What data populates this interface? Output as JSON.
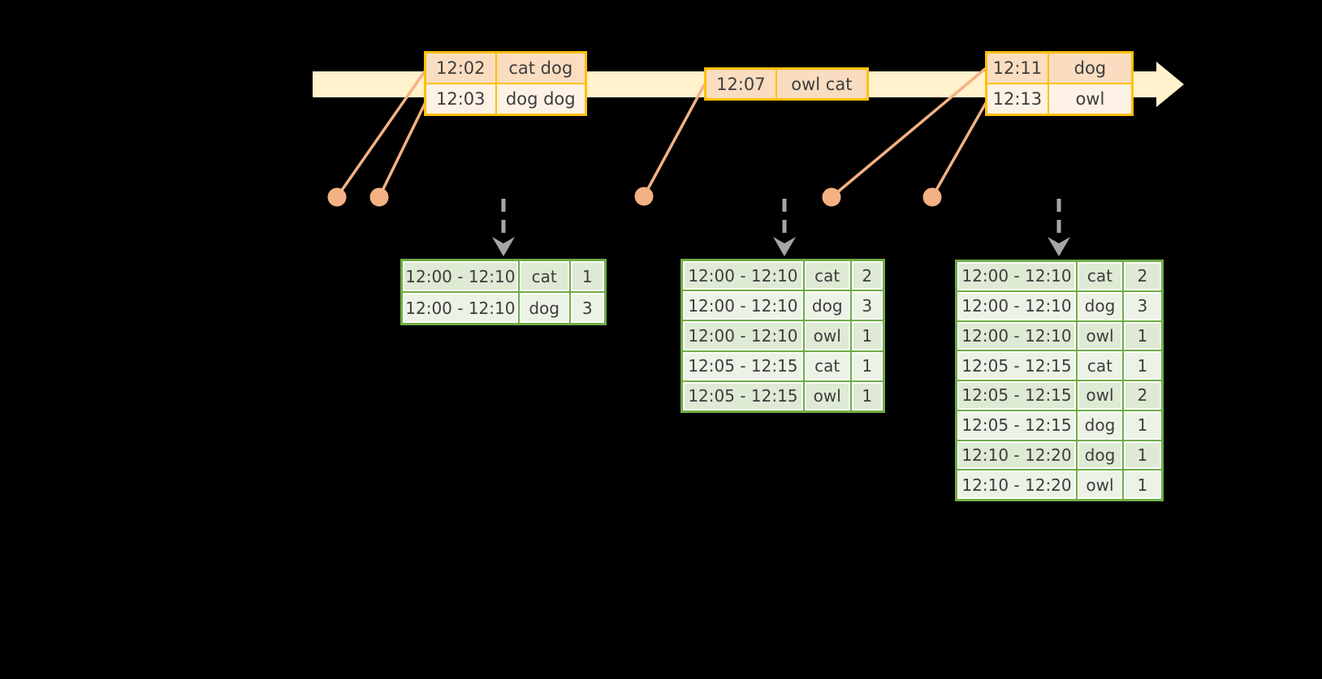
{
  "diagram": {
    "event_tables": [
      {
        "rows": [
          {
            "time": "12:02",
            "words": "cat dog"
          },
          {
            "time": "12:03",
            "words": "dog dog"
          }
        ]
      },
      {
        "rows": [
          {
            "time": "12:07",
            "words": "owl cat"
          }
        ]
      },
      {
        "rows": [
          {
            "time": "12:11",
            "words": "dog"
          },
          {
            "time": "12:13",
            "words": "owl"
          }
        ]
      }
    ],
    "result_tables": [
      {
        "rows": [
          {
            "window": "12:00 - 12:10",
            "word": "cat",
            "count": "1"
          },
          {
            "window": "12:00 - 12:10",
            "word": "dog",
            "count": "3"
          }
        ]
      },
      {
        "rows": [
          {
            "window": "12:00 - 12:10",
            "word": "cat",
            "count": "2"
          },
          {
            "window": "12:00 - 12:10",
            "word": "dog",
            "count": "3"
          },
          {
            "window": "12:00 - 12:10",
            "word": "owl",
            "count": "1"
          },
          {
            "window": "12:05 - 12:15",
            "word": "cat",
            "count": "1"
          },
          {
            "window": "12:05 - 12:15",
            "word": "owl",
            "count": "1"
          }
        ]
      },
      {
        "rows": [
          {
            "window": "12:00 - 12:10",
            "word": "cat",
            "count": "2"
          },
          {
            "window": "12:00 - 12:10",
            "word": "dog",
            "count": "3"
          },
          {
            "window": "12:00 - 12:10",
            "word": "owl",
            "count": "1"
          },
          {
            "window": "12:05 - 12:15",
            "word": "cat",
            "count": "1"
          },
          {
            "window": "12:05 - 12:15",
            "word": "owl",
            "count": "2"
          },
          {
            "window": "12:05 - 12:15",
            "word": "dog",
            "count": "1"
          },
          {
            "window": "12:10 - 12:20",
            "word": "dog",
            "count": "1"
          },
          {
            "window": "12:10 - 12:20",
            "word": "owl",
            "count": "1"
          }
        ]
      }
    ],
    "colors": {
      "background": "#000000",
      "timeline_fill": "#FFF2CC",
      "event_table_border": "#FFC000",
      "event_row_dark": "#FADDC1",
      "event_row_light": "#FDF2E5",
      "marker_salmon": "#F4B183",
      "result_table_border": "#70AD47",
      "result_row_dark": "#DEEAD3",
      "result_row_light": "#EDF2E7",
      "trigger_arrow_gray": "#A6A6A6",
      "text": "#3D3D3D"
    }
  }
}
